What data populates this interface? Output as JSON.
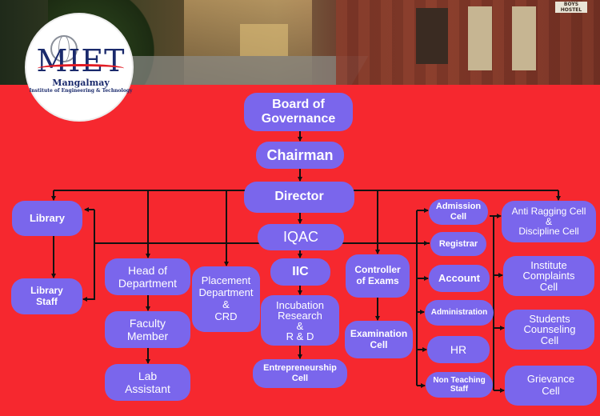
{
  "banner": {
    "sign_text": "BOYS HOSTEL",
    "logo": {
      "mark": "MIET",
      "name": "Mangalmay",
      "tagline": "Institute of Engineering & Technology"
    }
  },
  "chart": {
    "nodes": {
      "board": "Board  of\nGovernance",
      "chairman": "Chairman",
      "director": "Director",
      "iqac": "IQAC",
      "library": "Library",
      "library_staff": "Library\nStaff",
      "hod": "Head of\nDepartment",
      "faculty": "Faculty\nMember",
      "lab": "Lab\nAssistant",
      "placement": "Placement\nDepartment\n&\nCRD",
      "iic": "IIC",
      "incubation": "Incubation\nResearch\n&\nR & D",
      "entrepreneurship": "Entrepreneurship\nCell",
      "controller": "Controller\nof Exams",
      "examination": "Examination\nCell",
      "admission": "Admission\nCell",
      "registrar": "Registrar",
      "account": "Account",
      "administration": "Administration",
      "hr": "HR",
      "non_teaching": "Non Teaching\nStaff",
      "anti_ragging": "Anti Ragging Cell\n&\nDiscipline Cell",
      "complaints": "Institute\nComplaints\nCell",
      "counseling": "Students\nCounseling\nCell",
      "grievance": "Grievance\nCell"
    }
  }
}
